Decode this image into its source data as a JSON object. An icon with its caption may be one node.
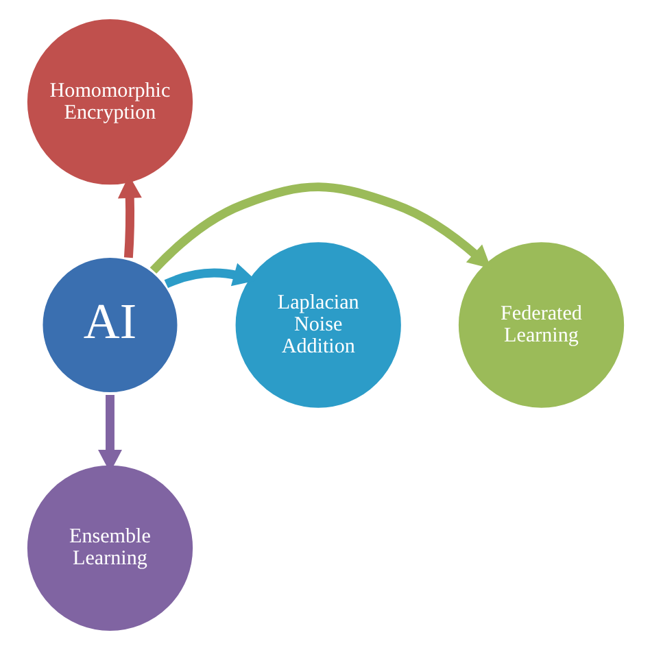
{
  "diagram": {
    "nodes": [
      {
        "text": [
          "AI"
        ]
      },
      {
        "text": [
          "Homomorphic Encryption"
        ]
      },
      {
        "text": [
          "Federated Learning"
        ]
      },
      {
        "text": [
          "Ensemble Learning"
        ]
      },
      {
        "text": [
          "Laplacian Noise Addition"
        ]
      }
    ],
    "edges": [
      {
        "from": 0,
        "to": 1,
        "arrow": "to",
        "color": "#c0504d"
      },
      {
        "from": 0,
        "to": 2,
        "arrow": "to",
        "color": "#9bbb59"
      },
      {
        "from": 0,
        "to": 3,
        "arrow": "to",
        "color": "#8064a2"
      },
      {
        "from": 0,
        "to": 4,
        "arrow": "to",
        "color": "#2c9cc8"
      }
    ]
  }
}
